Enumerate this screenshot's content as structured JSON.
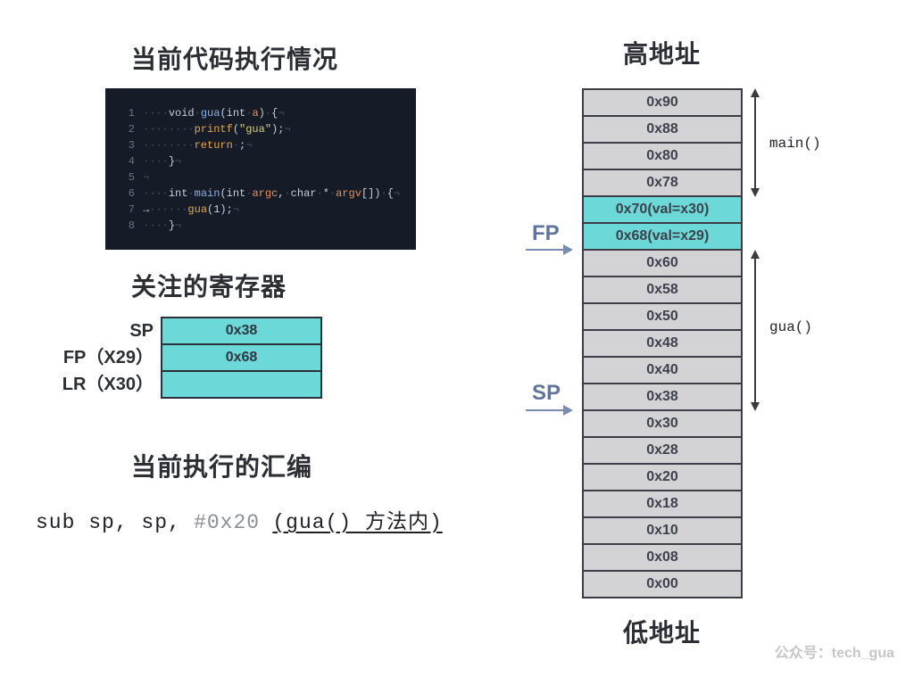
{
  "titles": {
    "code": "当前代码执行情况",
    "registers": "关注的寄存器",
    "assembly": "当前执行的汇编"
  },
  "code": {
    "lines": [
      {
        "num": "1",
        "tokens": [
          {
            "t": "····",
            "c": "#4b5263"
          },
          {
            "t": "void"
          },
          {
            "t": "·",
            "c": "#4b5263"
          },
          {
            "t": "gua",
            "c": "#8fb0e3"
          },
          {
            "t": "(int"
          },
          {
            "t": "·",
            "c": "#4b5263"
          },
          {
            "t": "a",
            "c": "#e8915c"
          },
          {
            "t": ")"
          },
          {
            "t": "·",
            "c": "#4b5263"
          },
          {
            "t": "{"
          },
          {
            "t": "¬",
            "c": "#4b5263"
          }
        ]
      },
      {
        "num": "2",
        "tokens": [
          {
            "t": "········",
            "c": "#4b5263"
          },
          {
            "t": "printf",
            "c": "#e5a84e"
          },
          {
            "t": "("
          },
          {
            "t": "\"gua\"",
            "c": "#d6cf86"
          },
          {
            "t": ");"
          },
          {
            "t": "¬",
            "c": "#4b5263"
          }
        ]
      },
      {
        "num": "3",
        "tokens": [
          {
            "t": "········",
            "c": "#4b5263"
          },
          {
            "t": "return",
            "c": "#e5a84e"
          },
          {
            "t": "·",
            "c": "#4b5263"
          },
          {
            "t": ";"
          },
          {
            "t": "¬",
            "c": "#4b5263"
          }
        ]
      },
      {
        "num": "4",
        "tokens": [
          {
            "t": "····",
            "c": "#4b5263"
          },
          {
            "t": "}"
          },
          {
            "t": "¬",
            "c": "#4b5263"
          }
        ]
      },
      {
        "num": "5",
        "tokens": [
          {
            "t": "¬",
            "c": "#4b5263"
          }
        ]
      },
      {
        "num": "6",
        "tokens": [
          {
            "t": "····",
            "c": "#4b5263"
          },
          {
            "t": "int"
          },
          {
            "t": "·",
            "c": "#4b5263"
          },
          {
            "t": "main",
            "c": "#8fb0e3"
          },
          {
            "t": "(int"
          },
          {
            "t": "·",
            "c": "#4b5263"
          },
          {
            "t": "argc",
            "c": "#e8915c"
          },
          {
            "t": ","
          },
          {
            "t": "·",
            "c": "#4b5263"
          },
          {
            "t": "char"
          },
          {
            "t": "·",
            "c": "#4b5263"
          },
          {
            "t": "*"
          },
          {
            "t": "·",
            "c": "#4b5263"
          },
          {
            "t": "argv",
            "c": "#e8915c"
          },
          {
            "t": "[])"
          },
          {
            "t": "·",
            "c": "#4b5263"
          },
          {
            "t": "{"
          },
          {
            "t": "¬",
            "c": "#4b5263"
          }
        ]
      },
      {
        "num": "7",
        "tokens": [
          {
            "t": "→"
          },
          {
            "t": "······",
            "c": "#4b5263"
          },
          {
            "t": "gua",
            "c": "#e5a84e"
          },
          {
            "t": "(1);"
          },
          {
            "t": "¬",
            "c": "#4b5263"
          }
        ]
      },
      {
        "num": "8",
        "tokens": [
          {
            "t": "····",
            "c": "#4b5263"
          },
          {
            "t": "}"
          },
          {
            "t": "¬",
            "c": "#4b5263"
          }
        ]
      }
    ]
  },
  "registers": [
    {
      "name": "SP",
      "value": "0x38"
    },
    {
      "name": "FP（X29）",
      "value": "0x68"
    },
    {
      "name": "LR（X30）",
      "value": ""
    }
  ],
  "assembly": {
    "instruction": "sub sp, sp,",
    "immediate": "#0x20",
    "note": "(gua() 方法内)"
  },
  "stack": {
    "high_label": "高地址",
    "low_label": "低地址",
    "cells": [
      {
        "label": "0x90"
      },
      {
        "label": "0x88"
      },
      {
        "label": "0x80"
      },
      {
        "label": "0x78"
      },
      {
        "label": "0x70(val=x30)",
        "highlight": true
      },
      {
        "label": "0x68(val=x29)",
        "highlight": true
      },
      {
        "label": "0x60"
      },
      {
        "label": "0x58"
      },
      {
        "label": "0x50"
      },
      {
        "label": "0x48"
      },
      {
        "label": "0x40"
      },
      {
        "label": "0x38"
      },
      {
        "label": "0x30"
      },
      {
        "label": "0x28"
      },
      {
        "label": "0x20"
      },
      {
        "label": "0x18"
      },
      {
        "label": "0x10"
      },
      {
        "label": "0x08"
      },
      {
        "label": "0x00"
      }
    ],
    "frames": [
      {
        "label": "main()"
      },
      {
        "label": "gua()"
      }
    ],
    "pointers": [
      {
        "label": "FP"
      },
      {
        "label": "SP"
      }
    ]
  },
  "watermark": "公众号：tech_gua",
  "colors": {
    "code_bg": "#151b27",
    "code_text": "#c9ced8",
    "line_number": "#6c7383",
    "highlight": "#6cd8d8",
    "cell": "#d3d3d6",
    "grid": "#3a3d45",
    "pointer": "#62739c",
    "pointer_arrow": "#7a8bb2",
    "muted": "#8b8e95",
    "watermark": "#c6c6c6"
  }
}
